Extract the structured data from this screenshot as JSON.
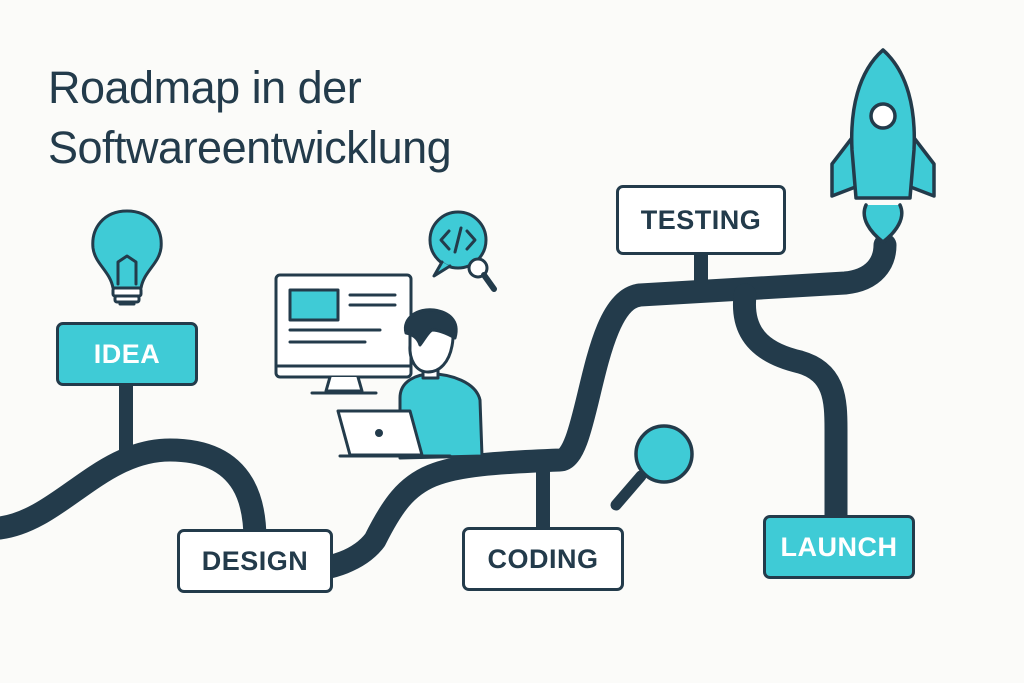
{
  "title": {
    "line1": "Roadmap in der",
    "line2": "Softwareentwicklung"
  },
  "stages": {
    "idea": "IDEA",
    "design": "DESIGN",
    "coding": "CODING",
    "testing": "TESTING",
    "launch": "LAUNCH"
  },
  "icons": {
    "idea": "lightbulb-icon",
    "design": "person-at-computer-illustration",
    "coding": "code-magnifier-icon",
    "testing": "magnifying-glass-icon",
    "launch": "rocket-icon"
  },
  "colors": {
    "road": "#233b4b",
    "accent": "#3fcbd6",
    "background": "#fbfbf9"
  }
}
